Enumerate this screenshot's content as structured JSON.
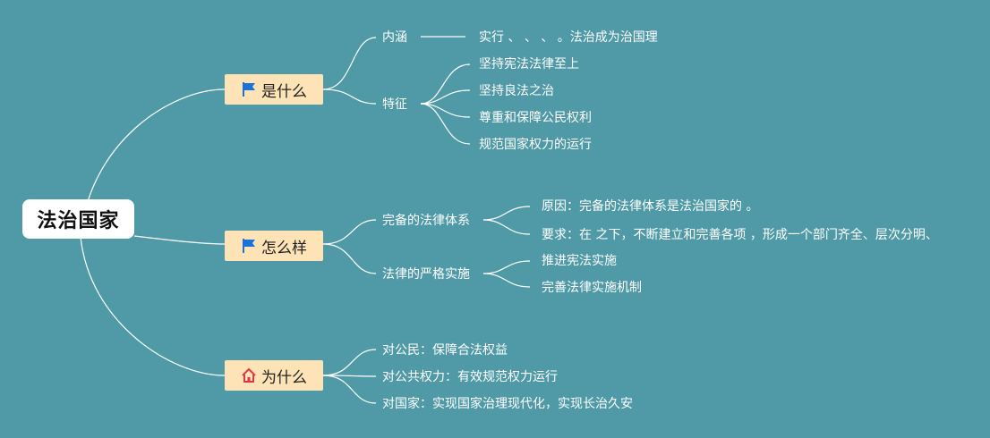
{
  "root": {
    "label": "法治国家"
  },
  "branches": [
    {
      "label": "是什么",
      "icon": "blue-flag-icon",
      "children": [
        {
          "label": "内涵",
          "items": [
            "实行 、 、 、 。法治成为治国理"
          ]
        },
        {
          "label": "特征",
          "items": [
            "坚持宪法法律至上",
            "坚持良法之治",
            "尊重和保障公民权利",
            "规范国家权力的运行"
          ]
        }
      ]
    },
    {
      "label": "怎么样",
      "icon": "blue-flag-icon",
      "children": [
        {
          "label": "完备的法律体系",
          "items": [
            "原因：完备的法律体系是法治国家的 。",
            "要求：在 之下，不断建立和完善各项 ，形成一个部门齐全、层次分明、"
          ]
        },
        {
          "label": "法律的严格实施",
          "items": [
            "推进宪法实施",
            "完善法律实施机制"
          ]
        }
      ]
    },
    {
      "label": "为什么",
      "icon": "red-house-icon",
      "children": [
        {
          "label": "对公民：保障合法权益",
          "items": []
        },
        {
          "label": "对公共权力：有效规范权力运行",
          "items": []
        },
        {
          "label": "对国家：实现国家治理现代化，实现长治久安",
          "items": []
        }
      ]
    }
  ],
  "colors": {
    "background": "#4f9aa6",
    "branch_fill": "#fde3b5",
    "flag": "#1a73d9",
    "house": "#d93a4a",
    "line": "#ffffff"
  }
}
